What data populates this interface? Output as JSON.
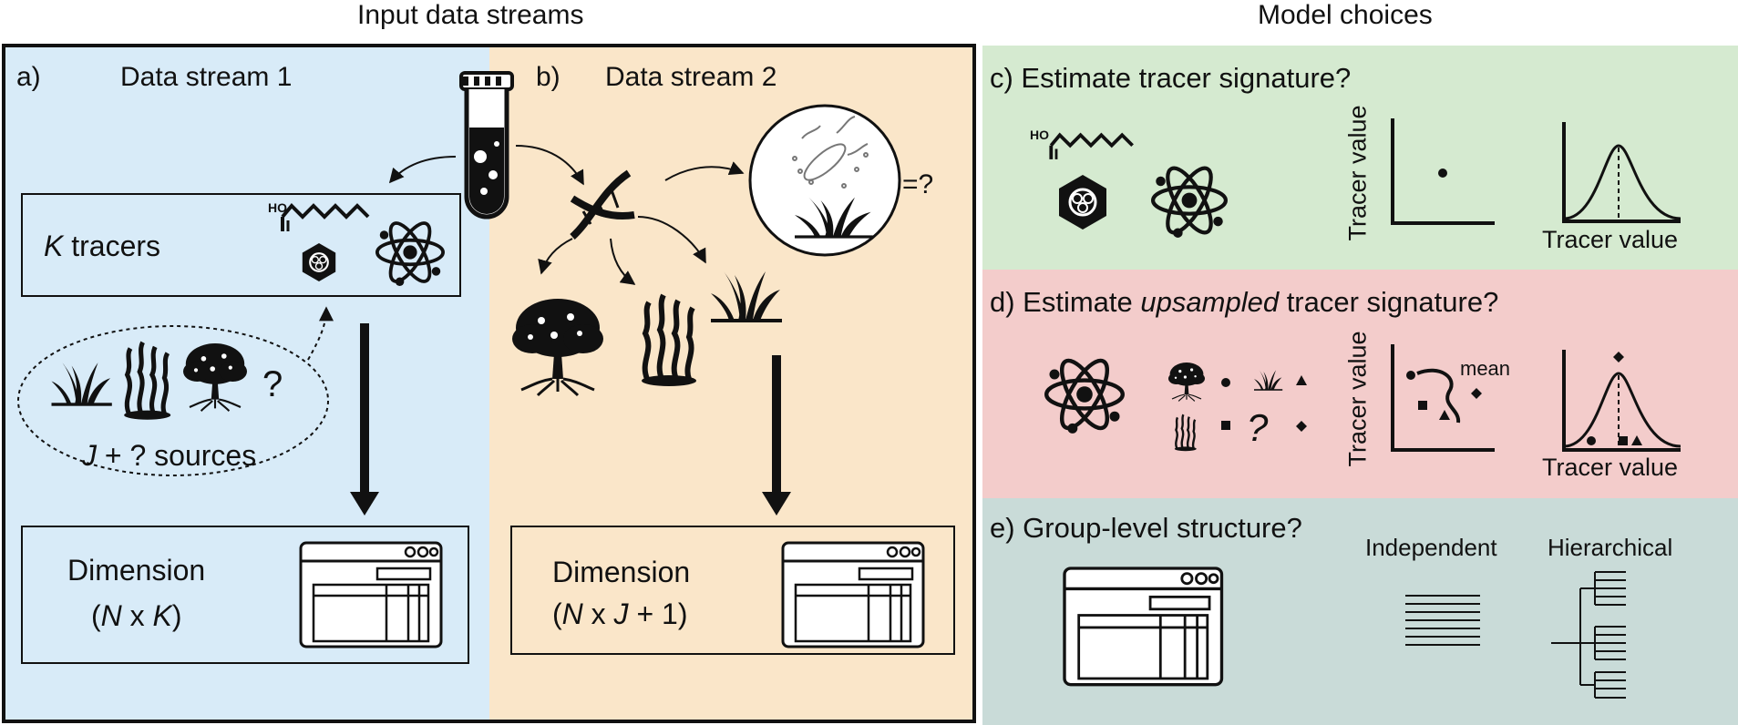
{
  "headers": {
    "left": "Input data streams",
    "right": "Model choices"
  },
  "panel_a": {
    "letter": "a)",
    "title": "Data stream 1",
    "tracers_var": "K",
    "tracers_text": "tracers",
    "sources_var": "J",
    "sources_text": "+ ? sources",
    "question": "?",
    "dim_title": "Dimension",
    "dim_open": "(",
    "dim_n": "N",
    "dim_x": "x",
    "dim_k": "K",
    "dim_close": ")",
    "molecule_label": "HO"
  },
  "panel_b": {
    "letter": "b)",
    "title": "Data stream 2",
    "equals_q": "=?",
    "dim_title": "Dimension",
    "dim_open": "(",
    "dim_n": "N",
    "dim_x": "x",
    "dim_j": "J",
    "dim_tail": "+ 1)"
  },
  "panel_c": {
    "title": "c) Estimate tracer signature?",
    "y_label": "Tracer value",
    "x_label": "Tracer value",
    "molecule_label": "HO"
  },
  "panel_d": {
    "title_prefix": "d) Estimate",
    "title_italic": "upsampled",
    "title_suffix": "tracer signature?",
    "y_label": "Tracer value",
    "x_label": "Tracer value",
    "mean_label": "mean",
    "question": "?"
  },
  "panel_e": {
    "title": "e) Group-level structure?",
    "independent": "Independent",
    "hierarchical": "Hierarchical"
  },
  "colors": {
    "panel_a_bg": "#d8ebf8",
    "panel_b_bg": "#fae6c9",
    "panel_c_bg": "#d5ead0",
    "panel_d_bg": "#f3cccb",
    "panel_e_bg": "#c9dbd8"
  }
}
